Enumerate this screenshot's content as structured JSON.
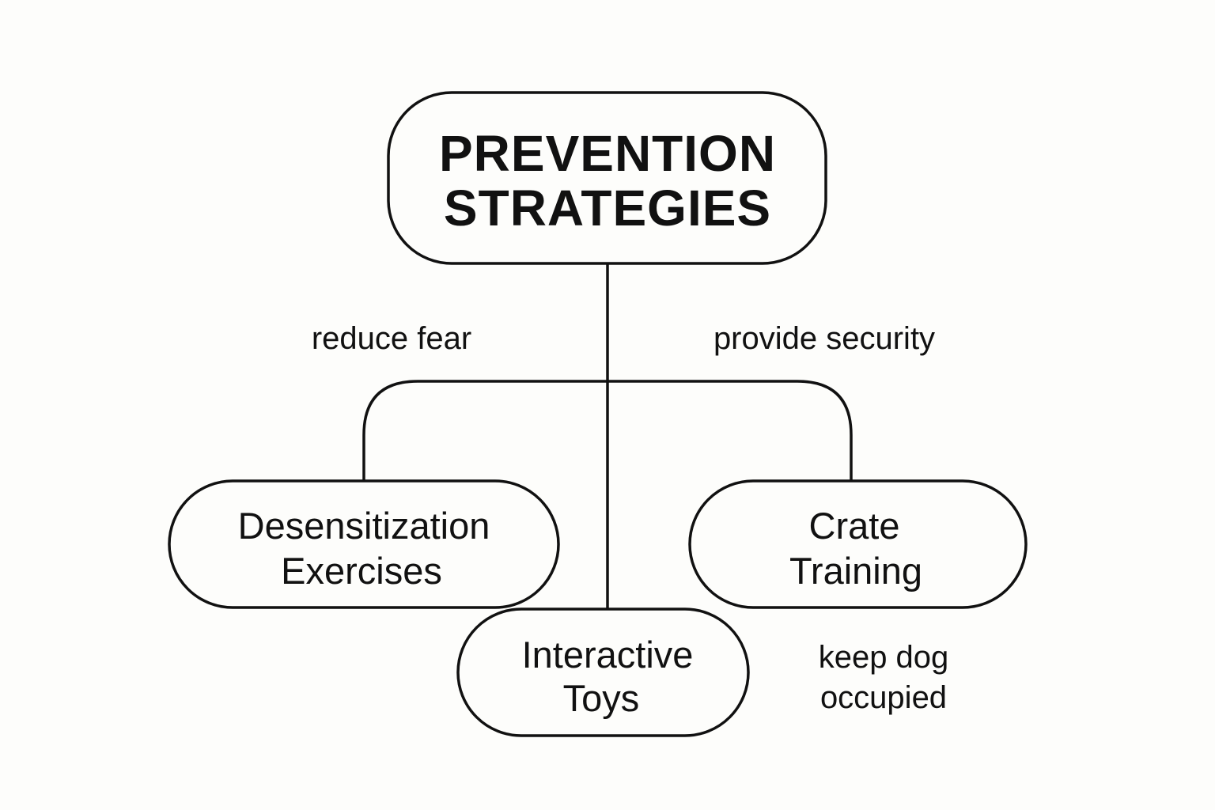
{
  "diagram": {
    "root": {
      "line1": "PREVENTION",
      "line2": "STRATEGIES"
    },
    "nodes": {
      "desensitization": {
        "line1": "Desensitization",
        "line2": "Exercises"
      },
      "crate": {
        "line1": "Crate",
        "line2": "Training"
      },
      "toys": {
        "line1": "Interactive",
        "line2": "Toys"
      }
    },
    "edge_labels": {
      "desensitization": "reduce fear",
      "crate": "provide security",
      "toys_line1": "keep dog",
      "toys_line2": "occupied"
    }
  },
  "colors": {
    "background": "#fdfdfb",
    "stroke": "#111111",
    "text": "#111111"
  }
}
